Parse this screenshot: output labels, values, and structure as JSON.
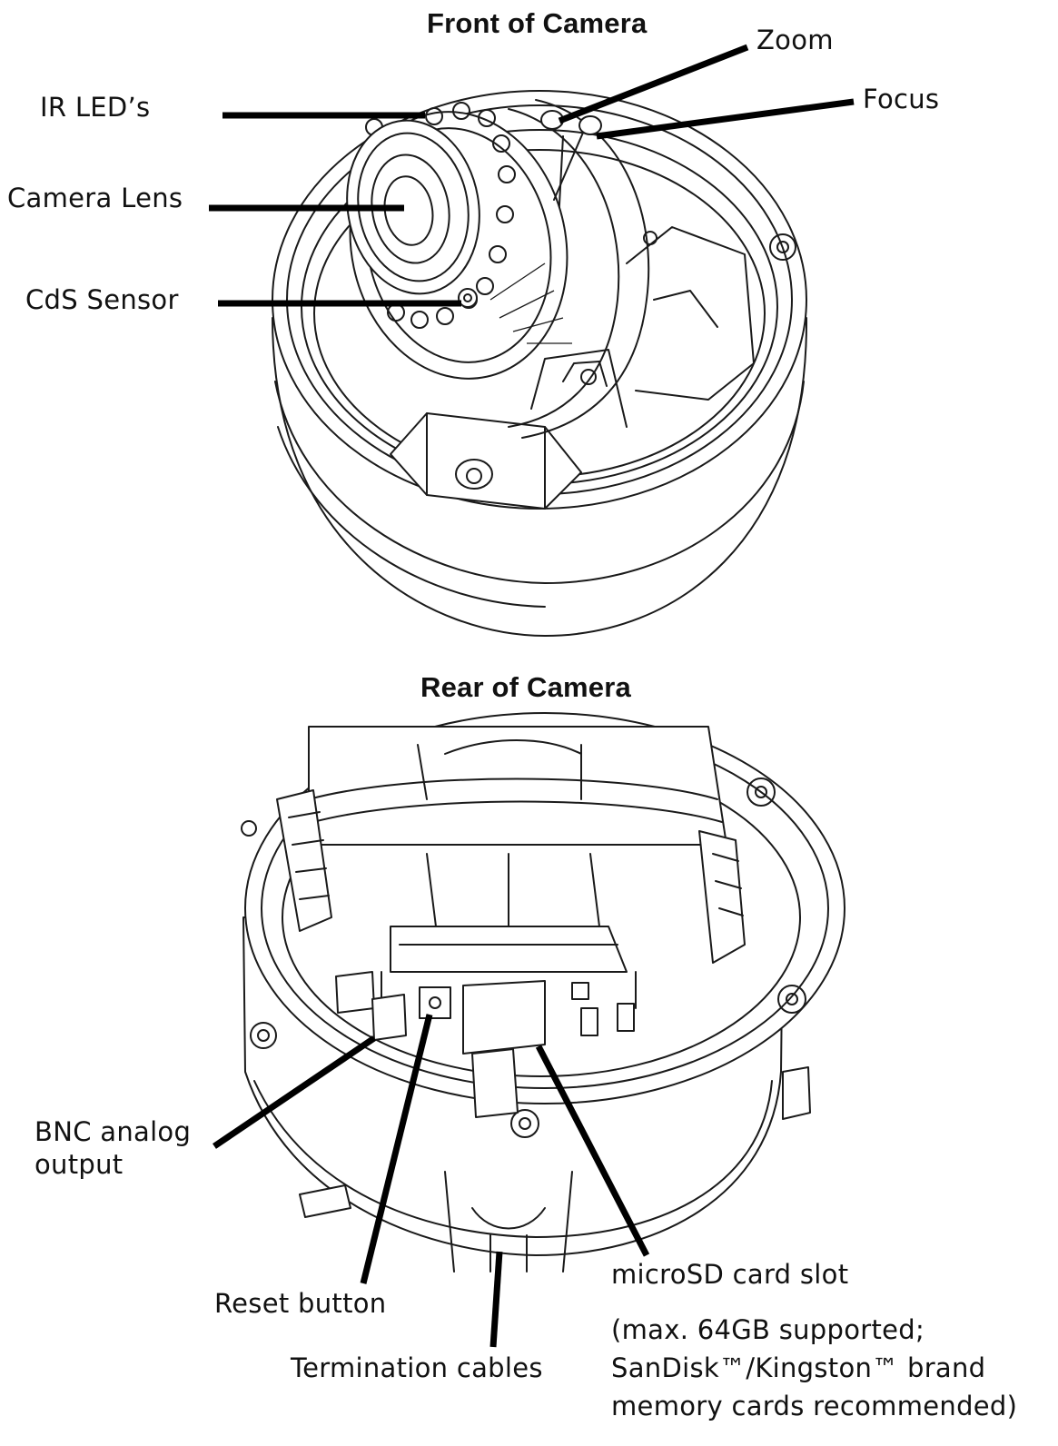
{
  "headings": {
    "front": "Front of Camera",
    "rear": "Rear of Camera"
  },
  "front_labels": {
    "ir_leds": "IR LED’s",
    "camera_lens": "Camera Lens",
    "cds_sensor": "CdS Sensor",
    "zoom": "Zoom",
    "focus": "Focus"
  },
  "rear_labels": {
    "bnc_line1": "BNC analog",
    "bnc_line2": "output",
    "reset_button": "Reset button",
    "termination_cables": "Termination cables",
    "microsd_title": "microSD card slot",
    "microsd_note_1": "(max. 64GB supported;",
    "microsd_note_2": "SanDisk™/Kingston™ brand",
    "microsd_note_3": "memory cards recommended)"
  }
}
